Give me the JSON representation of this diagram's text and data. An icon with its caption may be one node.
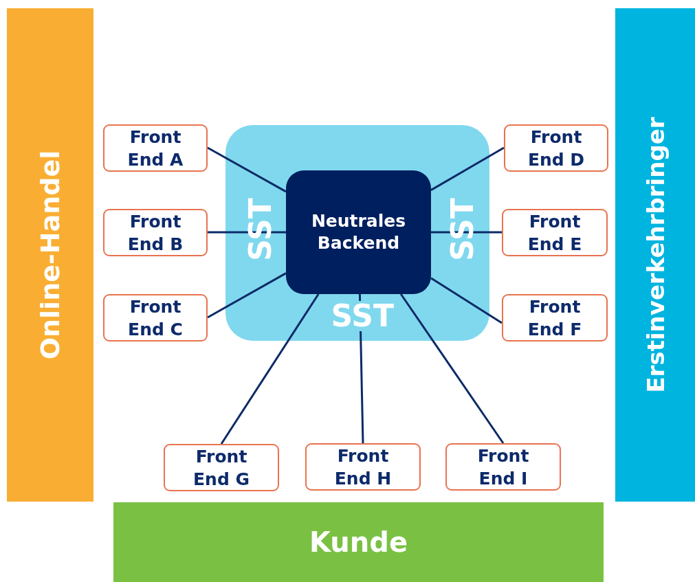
{
  "diagram": {
    "nodes": [
      {
        "text": [
          "Online-Handel"
        ]
      },
      {
        "text": [
          "SST",
          "SST",
          "SST"
        ]
      },
      {
        "text": [
          "Neutrales Backend"
        ],
        "in": 1
      },
      {
        "text": [
          "Front End A"
        ]
      },
      {
        "text": [
          "Front End B"
        ]
      },
      {
        "text": [
          "Front End C"
        ]
      },
      {
        "text": [
          "Front End D"
        ]
      },
      {
        "text": [
          "Front End E"
        ]
      },
      {
        "text": [
          "Front End F"
        ]
      },
      {
        "text": [
          "Front End G"
        ]
      },
      {
        "text": [
          "Front End H"
        ]
      },
      {
        "text": [
          "Front End I"
        ]
      },
      {
        "text": [
          "Erstinverkehrbringer"
        ]
      },
      {
        "text": [
          "Kunde"
        ]
      }
    ],
    "edges": [
      {
        "from": 2,
        "to": 3,
        "arrow": "none"
      },
      {
        "from": 2,
        "to": 4,
        "arrow": "none"
      },
      {
        "from": 2,
        "to": 5,
        "arrow": "none"
      },
      {
        "from": 2,
        "to": 6,
        "arrow": "none"
      },
      {
        "from": 2,
        "to": 7,
        "arrow": "none"
      },
      {
        "from": 2,
        "to": 8,
        "arrow": "none"
      },
      {
        "from": 2,
        "to": 9,
        "arrow": "none"
      },
      {
        "from": 2,
        "to": 10,
        "arrow": "none"
      },
      {
        "from": 2,
        "to": 11,
        "arrow": "none"
      }
    ]
  }
}
